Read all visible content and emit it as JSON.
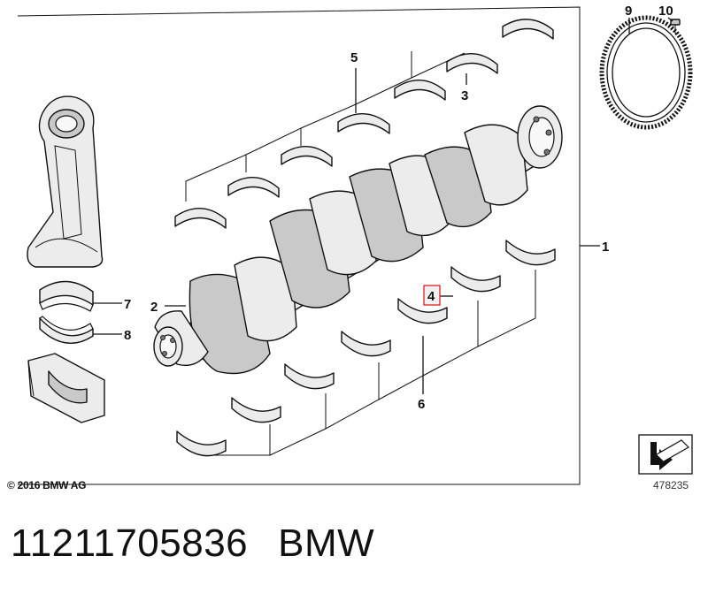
{
  "callouts": {
    "c1": "1",
    "c2": "2",
    "c3": "3",
    "c4": "4",
    "c5": "5",
    "c6": "6",
    "c7": "7",
    "c8": "8",
    "c9": "9",
    "c10": "10"
  },
  "highlighted_callout": "4",
  "highlight_color": "#e03030",
  "copyright": "© 2016 BMW AG",
  "diagram_ref": "478235",
  "part_number": "11211705836",
  "brand": "BMW"
}
